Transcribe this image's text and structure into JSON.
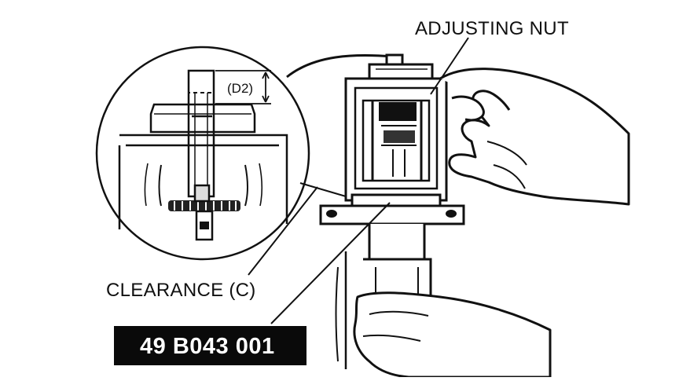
{
  "labels": {
    "adjusting_nut": "ADJUSTING NUT",
    "d2": "(D2)",
    "clearance": "CLEARANCE (C)"
  },
  "tool_number": "49 B043 001",
  "colors": {
    "ink": "#111111",
    "paper": "#ffffff",
    "tool_badge": "#0a0a0a"
  }
}
